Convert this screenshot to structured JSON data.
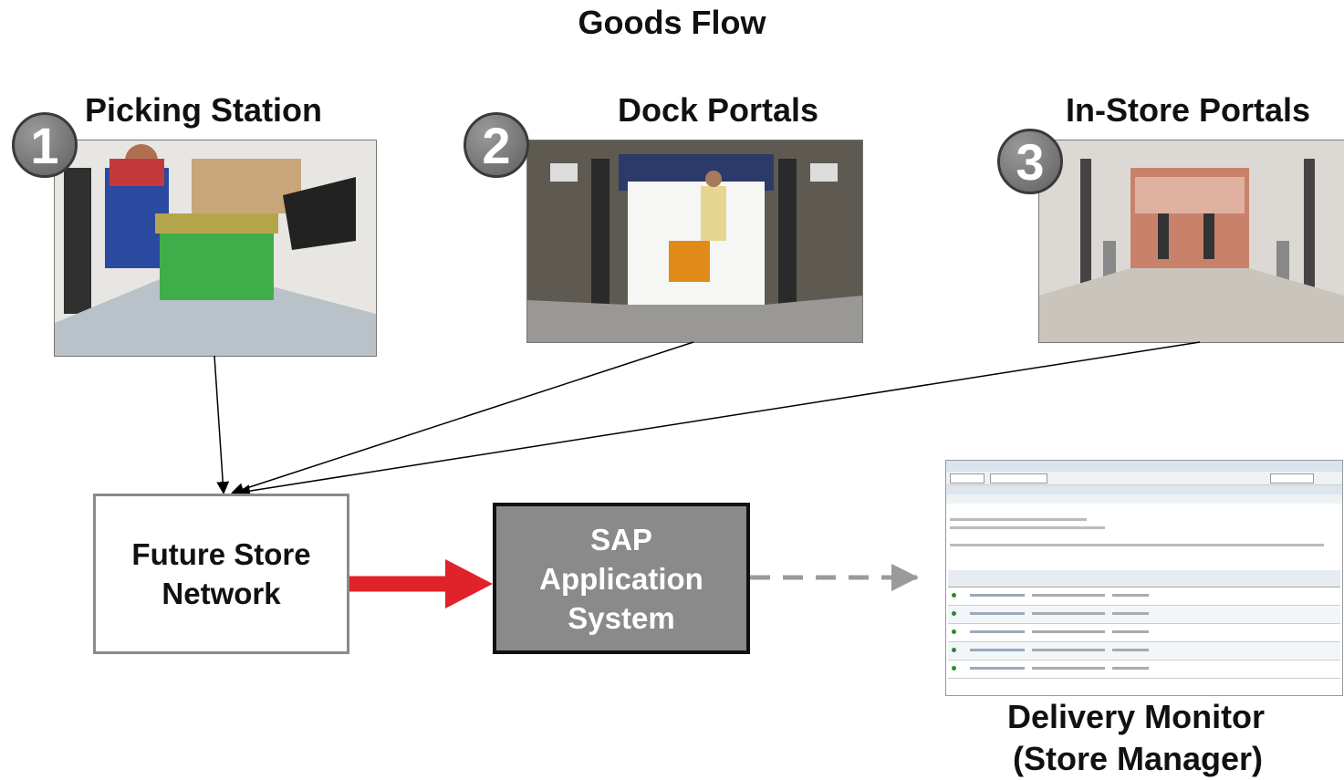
{
  "title": "Goods Flow",
  "stations": [
    {
      "number": "1",
      "label": "Picking Station"
    },
    {
      "number": "2",
      "label": "Dock Portals"
    },
    {
      "number": "3",
      "label": "In-Store Portals"
    }
  ],
  "network_box": {
    "line1": "Future Store",
    "line2": "Network"
  },
  "sap_box": {
    "line1": "SAP",
    "line2": "Application",
    "line3": "System"
  },
  "monitor_caption": {
    "line1": "Delivery Monitor",
    "line2": "(Store Manager)"
  },
  "colors": {
    "network_to_sap_arrow": "#e0222a",
    "sap_box_fill": "#8a8a8a",
    "sap_to_monitor_dashed": "#9a9a9a"
  },
  "icons": {
    "picking_photo": "picking-station-photo",
    "dock_photo": "dock-portal-photo",
    "instore_photo": "in-store-portal-photo",
    "monitor_screenshot": "delivery-monitor-screenshot"
  }
}
